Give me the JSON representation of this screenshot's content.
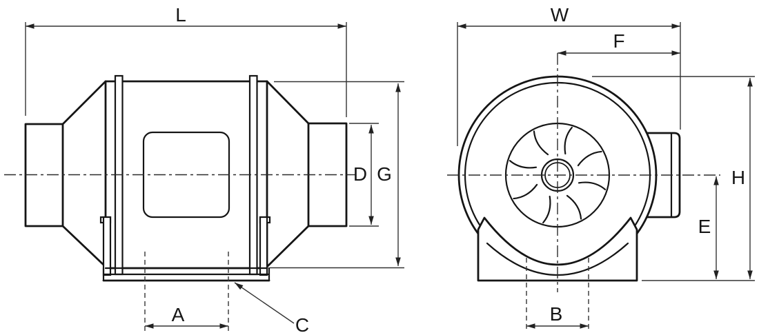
{
  "drawing": {
    "type": "technical-dimension-drawing",
    "subject": "inline-duct-fan-two-views"
  },
  "colors": {
    "background": "#ffffff",
    "object_line": "#151515",
    "dimension_line": "#333333",
    "label_text": "#161616"
  },
  "side_view": {
    "labels": {
      "L": "L",
      "D": "D",
      "G": "G",
      "A": "A",
      "C": "C"
    }
  },
  "front_view": {
    "labels": {
      "W": "W",
      "F": "F",
      "H": "H",
      "E": "E",
      "B": "B"
    }
  }
}
